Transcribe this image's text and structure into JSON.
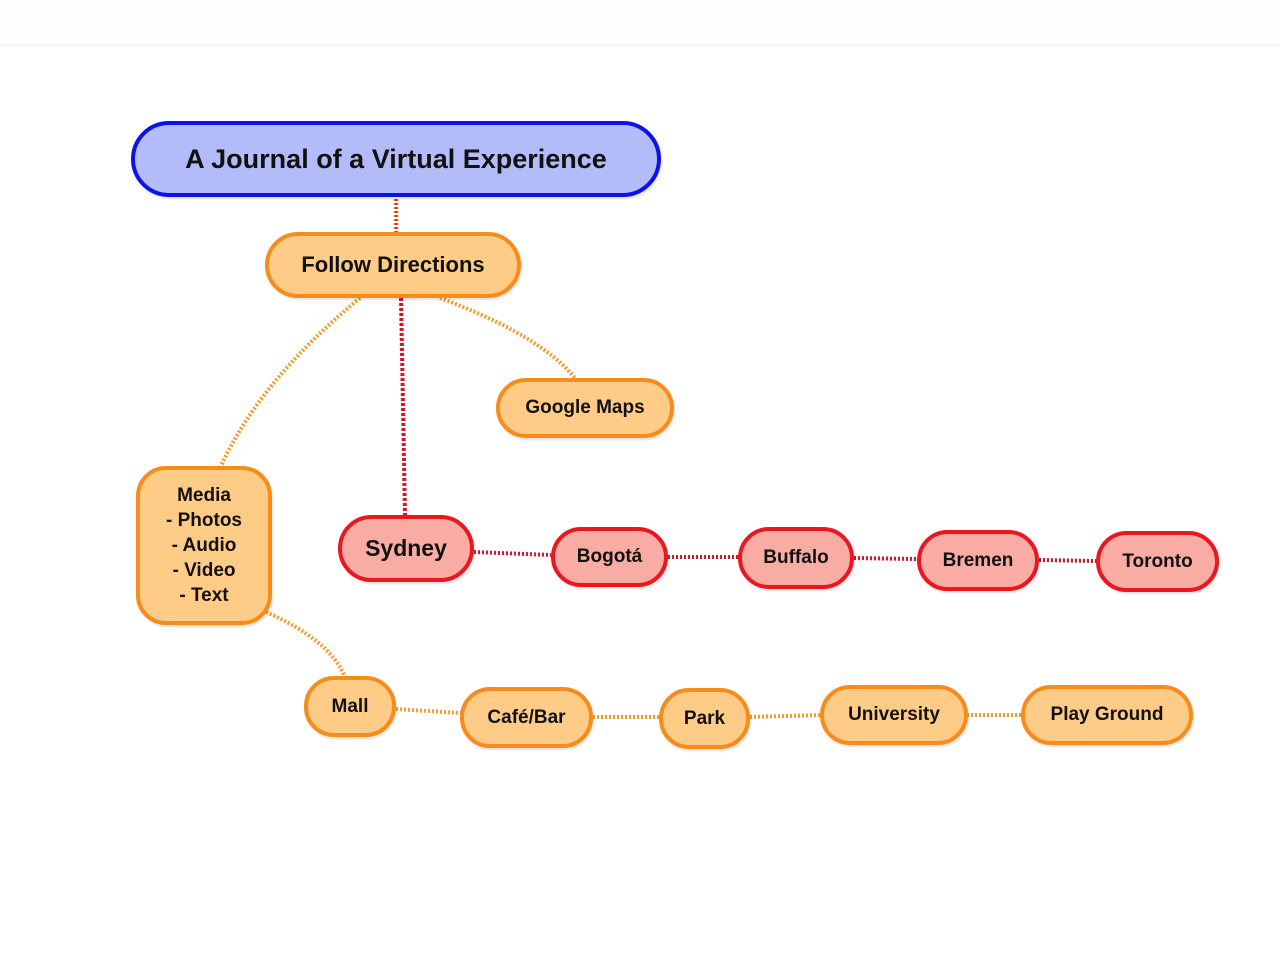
{
  "colors": {
    "title_fill": "#b3bcf8",
    "title_border": "#0a14e6",
    "orange_fill": "#ffcc88",
    "orange_border": "#f78c1a",
    "red_fill": "#f8aca4",
    "red_border": "#ea1620",
    "orange_link": "#f39a2c",
    "red_link": "#d9122a"
  },
  "nodes": {
    "title": "A Journal of a Virtual Experience",
    "follow_directions": "Follow Directions",
    "google_maps": "Google Maps",
    "media": "Media\n- Photos\n- Audio\n- Video\n- Text",
    "cities": [
      "Sydney",
      "Bogotá",
      "Buffalo",
      "Bremen",
      "Toronto"
    ],
    "places": [
      "Mall",
      "Café/Bar",
      "Park",
      "University",
      "Play Ground"
    ]
  },
  "links": [
    {
      "from": "title",
      "to": "follow_directions",
      "style": "red-orange"
    },
    {
      "from": "follow_directions",
      "to": "media",
      "style": "orange"
    },
    {
      "from": "follow_directions",
      "to": "sydney",
      "style": "red"
    },
    {
      "from": "follow_directions",
      "to": "google_maps",
      "style": "orange"
    },
    {
      "from": "media",
      "to": "mall",
      "style": "orange"
    },
    {
      "from": "sydney",
      "to": "bogota",
      "style": "red"
    },
    {
      "from": "bogota",
      "to": "buffalo",
      "style": "red"
    },
    {
      "from": "buffalo",
      "to": "bremen",
      "style": "red"
    },
    {
      "from": "bremen",
      "to": "toronto",
      "style": "red"
    },
    {
      "from": "mall",
      "to": "cafe_bar",
      "style": "orange"
    },
    {
      "from": "cafe_bar",
      "to": "park",
      "style": "orange"
    },
    {
      "from": "park",
      "to": "university",
      "style": "orange"
    },
    {
      "from": "university",
      "to": "play_ground",
      "style": "orange"
    }
  ]
}
